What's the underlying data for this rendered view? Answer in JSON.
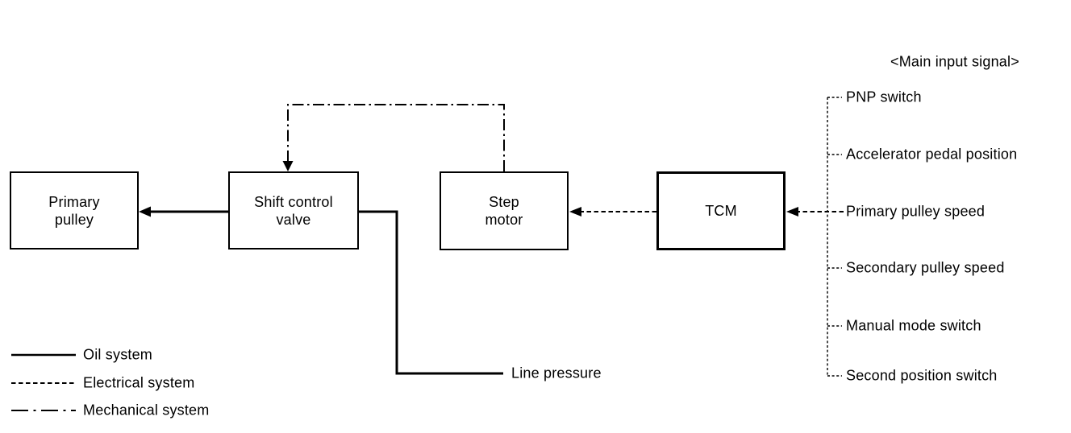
{
  "diagram": {
    "title": "<Main input signal>",
    "boxes": [
      {
        "id": "primary-pulley",
        "label": "Primary\npulley"
      },
      {
        "id": "shift-control-valve",
        "label": "Shift control\nvalve"
      },
      {
        "id": "step-motor",
        "label": "Step\nmotor"
      },
      {
        "id": "tcm",
        "label": "TCM"
      }
    ],
    "line_pressure_label": "Line pressure",
    "main_input_signals": [
      "PNP switch",
      "Accelerator pedal position",
      "Primary pulley speed",
      "Secondary pulley speed",
      "Manual mode switch",
      "Second position switch"
    ],
    "legend": [
      {
        "style": "solid",
        "label": "Oil system"
      },
      {
        "style": "dashed",
        "label": "Electrical system"
      },
      {
        "style": "dashdot",
        "label": "Mechanical system"
      }
    ],
    "colors": {
      "line": "#000000",
      "background": "#ffffff",
      "text": "#000000"
    }
  }
}
